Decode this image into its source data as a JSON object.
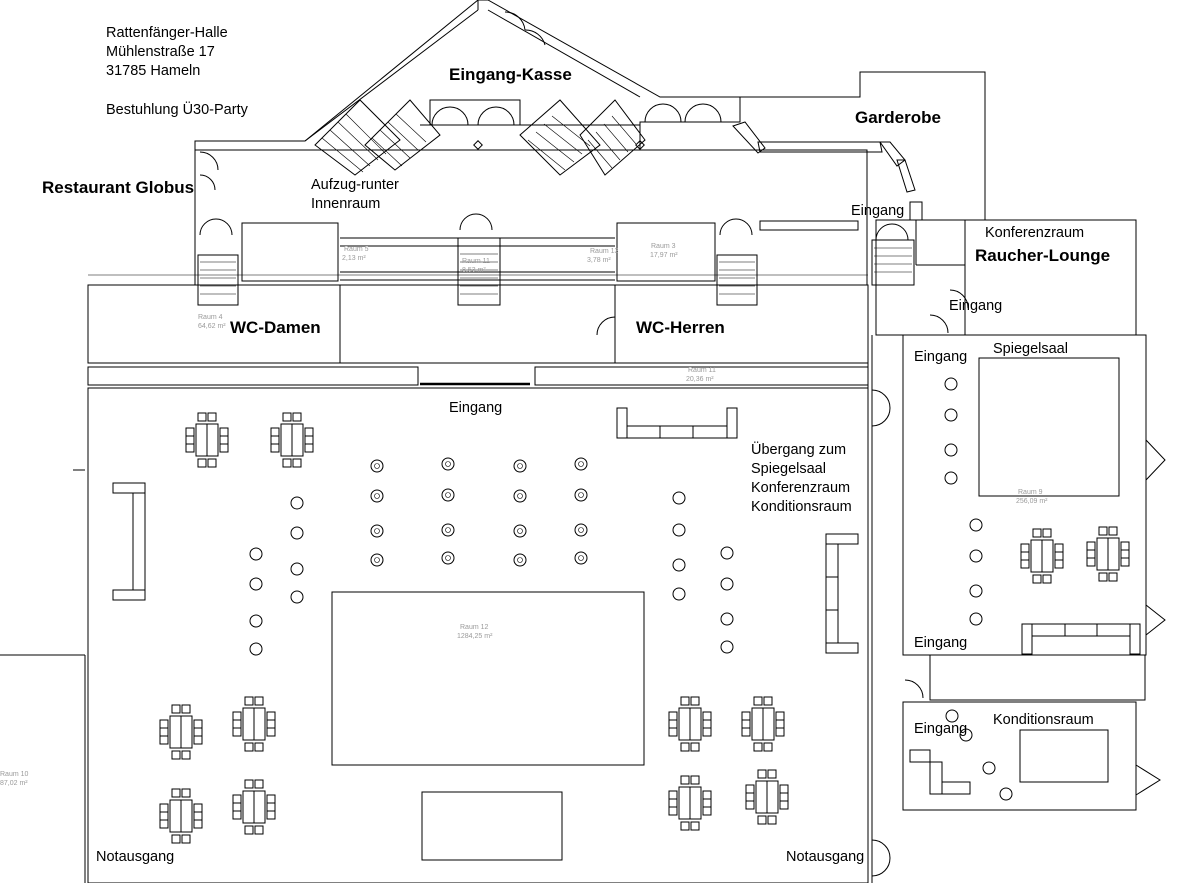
{
  "header": {
    "venue": "Rattenfänger-Halle",
    "street": "Mühlenstraße 17",
    "city": "31785 Hameln",
    "setup": "Bestuhlung Ü30-Party"
  },
  "rooms": {
    "eingang_kasse": "Eingang-Kasse",
    "garderobe": "Garderobe",
    "restaurant": "Restaurant Globus",
    "aufzug_1": "Aufzug-runter",
    "aufzug_2": "Innenraum",
    "konferenzraum": "Konferenzraum",
    "raucher_lounge": "Raucher-Lounge",
    "wc_damen": "WC-Damen",
    "wc_herren": "WC-Herren",
    "spiegelsaal": "Spiegelsaal",
    "konditionsraum": "Konditionsraum",
    "uebergang_1": "Übergang zum",
    "uebergang_2": "Spiegelsaal",
    "uebergang_3": "Konferenzraum",
    "uebergang_4": "Konditionsraum"
  },
  "entrances": {
    "label": "Eingang",
    "emergency_exit": "Notausgang"
  },
  "cad_labels": {
    "raum4": "Raum 4",
    "raum4_area": "64,62 m²",
    "raum5": "Raum 5",
    "raum5_area": "2,13 m²",
    "raum11a": "Raum 11",
    "raum11a_area": "8,53 m²",
    "raum13": "Raum 13",
    "raum13_area": "3,78 m²",
    "raum3": "Raum 3",
    "raum3_area": "17,97 m²",
    "raum11b": "Raum 11",
    "raum11b_area": "20,36 m²",
    "raum9": "Raum 9",
    "raum9_area": "256,09 m²",
    "raum12": "Raum 12",
    "raum12_area": "1284,25 m²",
    "raum10": "Raum 10",
    "raum10_area": "87,02 m²"
  },
  "colors": {
    "lines": "#000000",
    "cad_text": "#9a9a9a",
    "background": "#ffffff"
  }
}
